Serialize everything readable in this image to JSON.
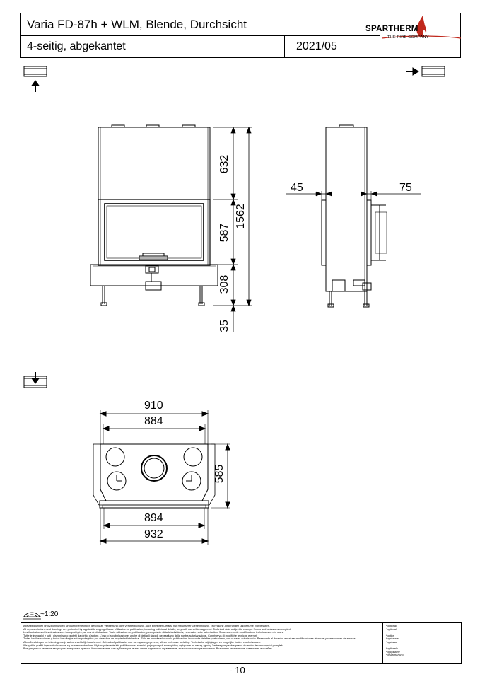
{
  "header": {
    "title": "Varia FD-87h + WLM, Blende, Durchsicht",
    "subtitle": "4-seitig, abgekantet",
    "date": "2021/05"
  },
  "logo": {
    "name": "SPARTHERM",
    "tagline": "THE FIRE COMPANY",
    "icon": "flame-icon",
    "color": "#c0281c"
  },
  "views": {
    "front_dims": {
      "top": "632",
      "middle": "587",
      "lower": "308",
      "feet": "35",
      "total": "1562"
    },
    "side_dims": {
      "left": "45",
      "right": "75"
    },
    "top_dims": {
      "outer_width": "910",
      "inner_width": "884",
      "depth": "585",
      "base_width": "894",
      "base_outer": "932"
    }
  },
  "scale": "~1:20",
  "legal_text": [
    "Alle Abbildungen und Zeichnungen sind urheberrechtlich geschützt. Verwertung oder Veröffentlichung, auch einzelner Details, nur mit unserer Genehmigung. Technische Änderungen und Irrtümer vorbehalten.",
    "All representations and drawings are protected by applicable copyright laws. Utilisation or publication, including individual details, only with our written approval. Technical data subject to change. Errors and omissions excepted.",
    "Les illustrations et les dessins sont tous protégés par des droit d'auteur. Toute utilisation ou publication, y compris de détails individuels, nécessite notre autorisation. Sous reserve de modifications techniques et d'erreurs.",
    "Tutte le immagini e tutti i disegni sono protetti da diritto d'autore. L'uso o la pubblicazione, anche di dettagli singoli, necessitano della nostra autorizzazione. Con riserva di modifiche tecniche e errori.",
    "Todas las ilustraciones y todos los dibujos están protegidos por derechos de propiedad intelectual. Sólo se permite el uso o la publicación, incluso de detalles particulares, con nuestra autorización. Reservado el derecho a realizar modificaciones técnicas y correcciones de errores.",
    "Alle afbeeldingen en tekeningen zijn auteursrechtelijk beschermd. Gebruik of publicatie, ook van aparte gegevens, alleen met onze toelating. Technische wijzigingen en mogelijke fouten voorbehouden.",
    "Wszystkie grafiki i rysunki chronione są prawem autorskim. Wykorzystywanie lub publikowanie, również pojedynczych szczegółów, wyłącznie za naszą zgodą. Zastrzegamy sobie prawo do zmian technicznych i pomyłek.",
    "Все рисунки и чертежи защищены авторским правом. Использование или публикация, в том числе отдельных фрагментов, только с нашего разрешения. Возможны технические изменения и ошибки."
  ],
  "option_labels": [
    "*optional",
    "*optional",
    "*option",
    "*opzionale",
    "*opcional",
    "*optionele",
    "*opcjonalny",
    "*опционально"
  ],
  "page_number": "- 10 -"
}
